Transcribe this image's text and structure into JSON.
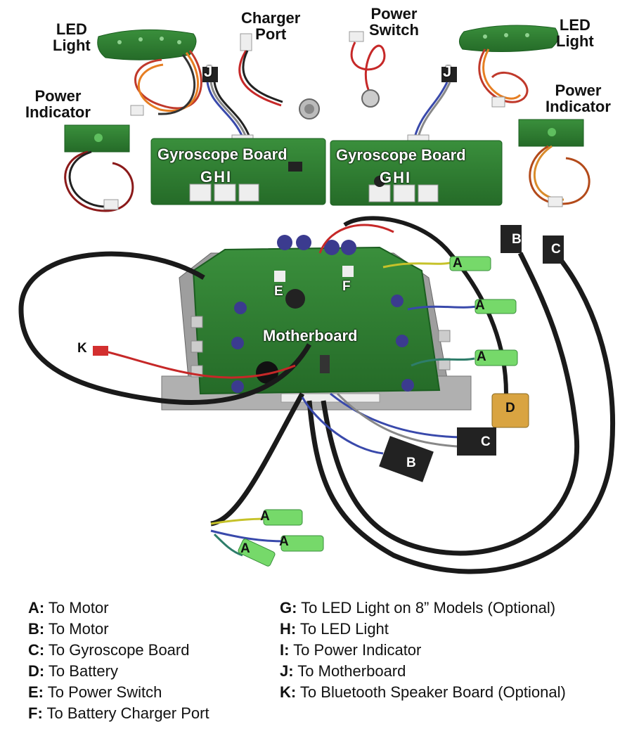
{
  "labels": {
    "led_light_left": "LED\nLight",
    "charger_port": "Charger\nPort",
    "power_switch": "Power\nSwitch",
    "led_light_right": "LED\nLight",
    "power_indicator_left": "Power\nIndicator",
    "power_indicator_right": "Power\nIndicator",
    "gyro_left": "Gyroscope Board",
    "gyro_right": "Gyroscope Board",
    "motherboard": "Motherboard",
    "ghi": "GHI",
    "j": "J",
    "e": "E",
    "f": "F",
    "k": "K",
    "a": "A",
    "b": "B",
    "c": "C",
    "d": "D"
  },
  "legend_left": [
    {
      "key": "A:",
      "text": " To Motor"
    },
    {
      "key": "B:",
      "text": " To Motor"
    },
    {
      "key": "C:",
      "text": " To Gyroscope Board"
    },
    {
      "key": "D:",
      "text": " To Battery"
    },
    {
      "key": "E:",
      "text": " To Power Switch"
    },
    {
      "key": "F:",
      "text": " To Battery Charger Port"
    }
  ],
  "legend_right": [
    {
      "key": "G:",
      "text": " To LED Light on 8” Models (Optional)"
    },
    {
      "key": "H:",
      "text": " To LED Light"
    },
    {
      "key": "I:",
      "text": " To Power Indicator"
    },
    {
      "key": "J:",
      "text": " To Motherboard"
    },
    {
      "key": "K:",
      "text": " To Bluetooth Speaker Board (Optional)"
    }
  ],
  "colors": {
    "pcb": "#2e7d32",
    "pcb_dark": "#1b5e20",
    "wire_black": "#1a1a1a",
    "wire_red": "#c62828",
    "connector_green": "#76d96a",
    "connector_yellow": "#d9a441"
  }
}
